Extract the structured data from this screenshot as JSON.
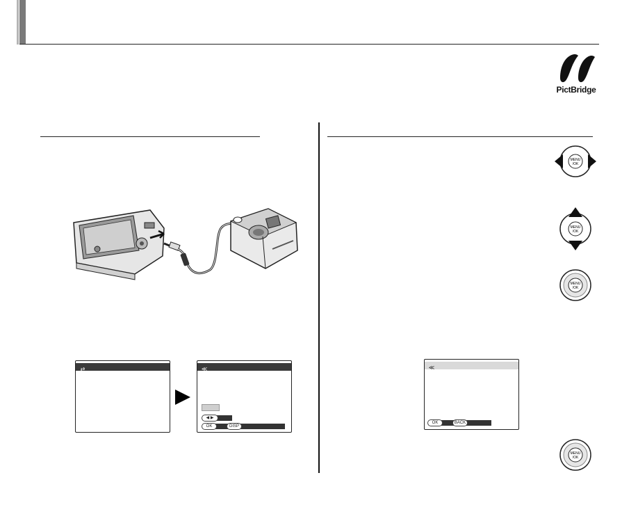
{
  "header": {
    "accent_color": "#7a7a7a",
    "logo_text": "PictBridge"
  },
  "screens": {
    "usb_screen": {
      "title_icon": "usb-icon"
    },
    "pictbridge_screen": {
      "title_icon": "pictbridge-icon",
      "lr_pill": "◀ ▶",
      "ok_pill": "OK",
      "disp_pill": "DISP"
    },
    "print_screen": {
      "title_icon": "pictbridge-icon",
      "ok_pill": "OK",
      "back_pill": "BACK"
    }
  },
  "dpad": {
    "center_label_top": "MENU",
    "center_label_bottom": "/OK"
  },
  "icons": [
    "usb-icon",
    "pictbridge-icon",
    "right-arrow-icon",
    "dpad-left-right-icon",
    "dpad-up-down-icon",
    "dpad-center-icon"
  ]
}
